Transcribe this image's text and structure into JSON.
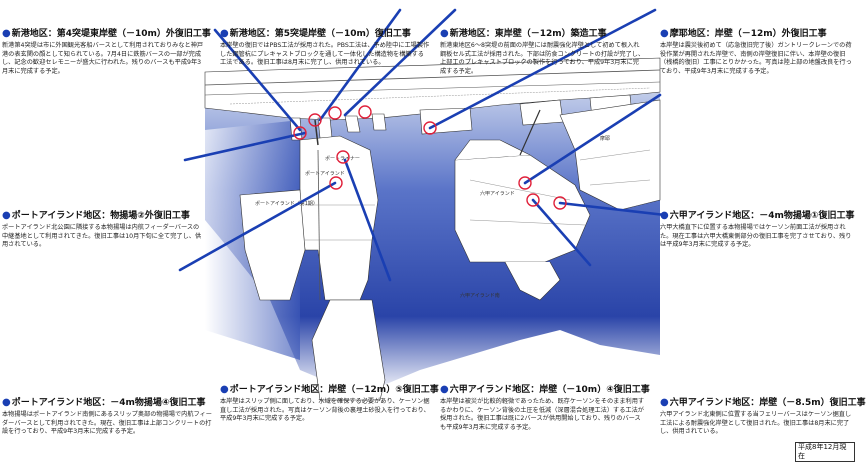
{
  "notes": [
    {
      "title": "新港地区：第4突堤東岸壁（－10m）外復旧工事",
      "body": "新港第4突堤は市に外国観光客船バースとして利用されておりみなと神戸港の表玄関の顔として知られている。7月4日に鉄筋バースの一部が完成し、記念の歓迎セレモニーが盛大に行われた。残りのバースも平成9年3月末に完成する予定。"
    },
    {
      "title": "新港地区：第5突堤岸壁（－10m）復旧工事",
      "body": "本岸壁の復旧ではPBS工法が採用された。PBS工法は、予め陸中に工場製作した鋼管杭にプレキャストブロックを通して一体化した構造物を構築する工法である。復旧工事は8月末に完了し、供用されている。"
    },
    {
      "title": "新港地区：東岸壁（－12m）築造工事",
      "body": "新港東地区6～8突堤の前面の岸壁には耐震強化岸壁として初めて根入れ鋼板セル式工法が採用された。下部は防食コンクリートの打設が完了し、上部工のプレキャストブロックの製作を行っており、平成9年3月末に完成する予定。"
    },
    {
      "title": "摩耶地区：岸壁（－12m）外復旧工事",
      "body": "本岸壁は震災後初めて（応急復旧完了後）ガントリークレーンでの荷役作業が再開された岸壁で、南側の岸壁復旧に伴い、本岸壁の復旧（桟橋的復旧）工事にとりかかった。写真は陸上部の地盤改良を行っており、平成9年3月末に完成する予定。"
    },
    {
      "title": "ポートアイランド地区：物揚場②外復旧工事",
      "body": "ポートアイランド北公園に隣接する本物揚場は内航フィーダーバースの中継基地として利用されてきた。復旧工事は10月下旬に全て完了し、供用されている。"
    },
    {
      "title": "六甲アイランド地区：－4m物揚場①復旧工事",
      "body": "六甲大橋直下に位置する本物揚場ではケーソン前面工法が採用された。現在工事は六甲大橋東側部分の復旧工事を完了させており、残りは平成9年3月末に完成する予定。"
    },
    {
      "title": "ポートアイランド地区：－4m物揚場④復旧工事",
      "body": "本物揚場はポートアイランド南側にあるスリップ奥部の物揚場で内航フィーダーバースとして利用されてきた。現在、復旧工事は上部コンクリートの打設を行っており、平成9年3月末に完成する予定。"
    },
    {
      "title": "ポートアイランド地区：岸壁（－12m）⑤復旧工事",
      "body": "本岸壁はスリップ側に面しており、水域を確保する必要があり、ケーソン据直し工法が採用された。写真はケーソン背後の裏埋土砂投入を行っており、平成9年3月末に完成する予定。"
    },
    {
      "title": "六甲アイランド地区：岸壁（－10m）④復旧工事",
      "body": "本岸壁は被災が比較的軽微であったため、既存ケーソンをそのまま利用するかわりに、ケーソン背後の土圧を低減（深層混合処理工法）する工法が採用された。復旧工事は既に2バースが供用開始しており、残りのバースも平成9年3月末に完成する予定。"
    },
    {
      "title": "六甲アイランド地区：岸壁（－8.5m）復旧工事",
      "body": "六甲アイランド北東側に位置する当フェリーバースはケーソン据直し工法による耐震強化岸壁として復旧された。復旧工事は8月末に完了し、供用されている。"
    }
  ],
  "as_of": "平成8年12月現在",
  "map_labels": {
    "port_island": "ポートアイランド",
    "port_island_west": "ポートアイランド（第1期）",
    "rokko_island": "六甲アイランド",
    "rokko_island_south": "六甲アイランド南",
    "port_liner": "ポートライナー",
    "maya": "摩耶"
  },
  "colors": {
    "accent": "#1a3fb3",
    "marker": "#e0203a",
    "water": "#1f3fa8",
    "land": "#ffffff"
  }
}
